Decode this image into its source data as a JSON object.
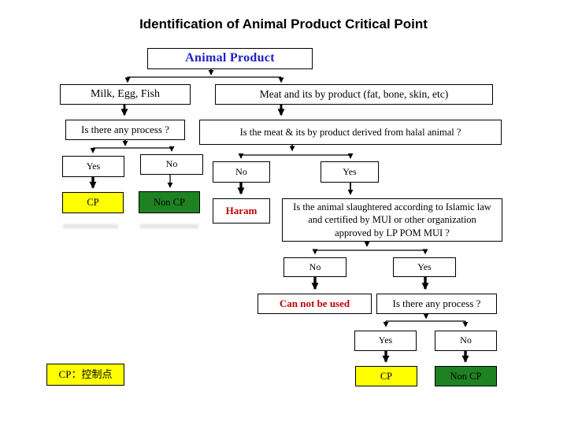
{
  "slide": {
    "title": "Identification of Animal Product Critical Point"
  },
  "colors": {
    "cp_fill": "#FFFF00",
    "noncp_fill": "#1E8222",
    "warning_text": "#C00000",
    "root_text": "#2020C8",
    "box_border": "#000000"
  },
  "nodes": {
    "animal_product": "Animal Product",
    "milk_egg_fish": "Milk, Egg, Fish",
    "meat_byproduct": "Meat and its by product (fat, bone, skin, etc)",
    "process_question_left": "Is there any process ?",
    "halal_question": "Is the meat & its by product derived from halal animal ?",
    "yes_left": "Yes",
    "no_left": "No",
    "cp_left": "CP",
    "noncp_left": "Non CP",
    "no_mid": "No",
    "yes_mid": "Yes",
    "haram": "Haram",
    "slaughter_question": "Is the animal slaughtered according to Islamic law and certified by MUI or other organization approved by LP POM MUI ?",
    "no_lower": "No",
    "yes_lower": "Yes",
    "cannot_be_used": "Can not be used",
    "process_question_right": "Is there any process ?",
    "yes_bottom": "Yes",
    "no_bottom": "No",
    "cp_bottom": "CP",
    "noncp_bottom": "Non CP",
    "legend_cp": "CP：控制点"
  },
  "edges": [
    {
      "from": "animal_product",
      "to": "milk_egg_fish"
    },
    {
      "from": "animal_product",
      "to": "meat_byproduct"
    },
    {
      "from": "milk_egg_fish",
      "to": "process_question_left"
    },
    {
      "from": "process_question_left",
      "to": "yes_left"
    },
    {
      "from": "process_question_left",
      "to": "no_left"
    },
    {
      "from": "yes_left",
      "to": "cp_left"
    },
    {
      "from": "no_left",
      "to": "noncp_left"
    },
    {
      "from": "meat_byproduct",
      "to": "halal_question"
    },
    {
      "from": "halal_question",
      "to": "no_mid"
    },
    {
      "from": "halal_question",
      "to": "yes_mid"
    },
    {
      "from": "no_mid",
      "to": "haram"
    },
    {
      "from": "yes_mid",
      "to": "slaughter_question"
    },
    {
      "from": "slaughter_question",
      "to": "no_lower"
    },
    {
      "from": "slaughter_question",
      "to": "yes_lower"
    },
    {
      "from": "no_lower",
      "to": "cannot_be_used"
    },
    {
      "from": "yes_lower",
      "to": "process_question_right"
    },
    {
      "from": "process_question_right",
      "to": "yes_bottom"
    },
    {
      "from": "process_question_right",
      "to": "no_bottom"
    },
    {
      "from": "yes_bottom",
      "to": "cp_bottom"
    },
    {
      "from": "no_bottom",
      "to": "noncp_bottom"
    }
  ]
}
